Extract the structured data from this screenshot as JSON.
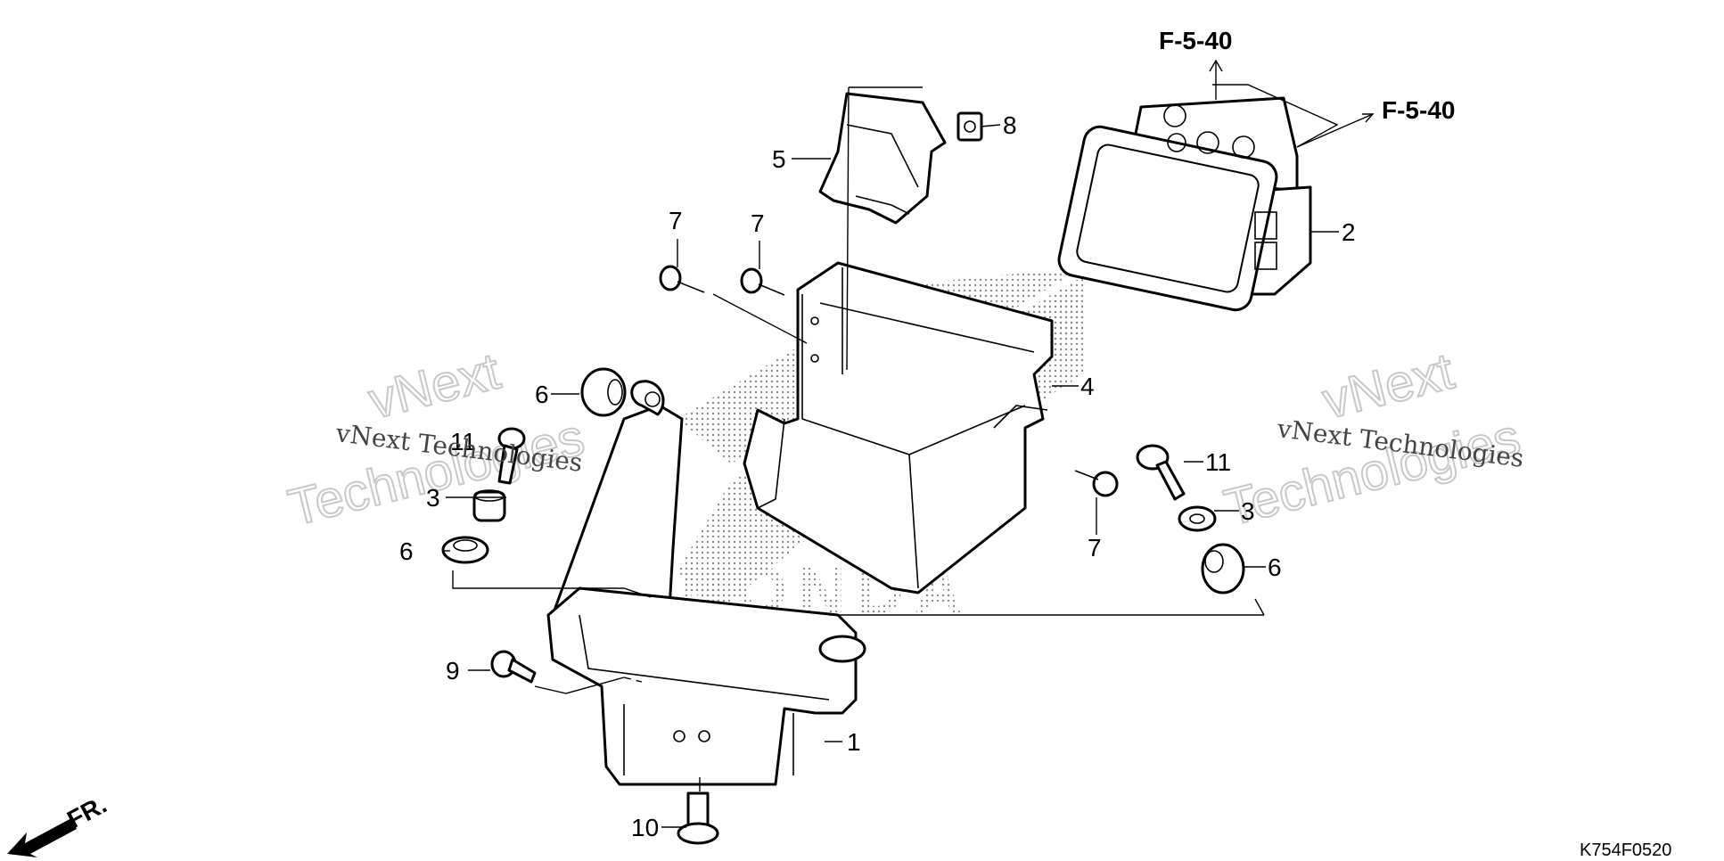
{
  "diagram": {
    "figure_code": "K754F0520",
    "direction_label": "FR.",
    "reference_labels": [
      "F-5-40",
      "F-5-40"
    ],
    "callouts": {
      "p1": "1",
      "p2": "2",
      "p3a": "3",
      "p3b": "3",
      "p4": "4",
      "p5": "5",
      "p6a": "6",
      "p6b": "6",
      "p6c": "6",
      "p7a": "7",
      "p7b": "7",
      "p7c": "7",
      "p8": "8",
      "p9": "9",
      "p10": "10",
      "p11a": "11",
      "p11b": "11"
    },
    "watermarks": {
      "left_small": "vNext Technologies",
      "right_small": "vNext Technologies",
      "left_big_1": "vNext",
      "left_big_2": "Technologies",
      "right_big_1": "vNext",
      "right_big_2": "Technologies"
    },
    "background_logo_text": "HONDA"
  }
}
